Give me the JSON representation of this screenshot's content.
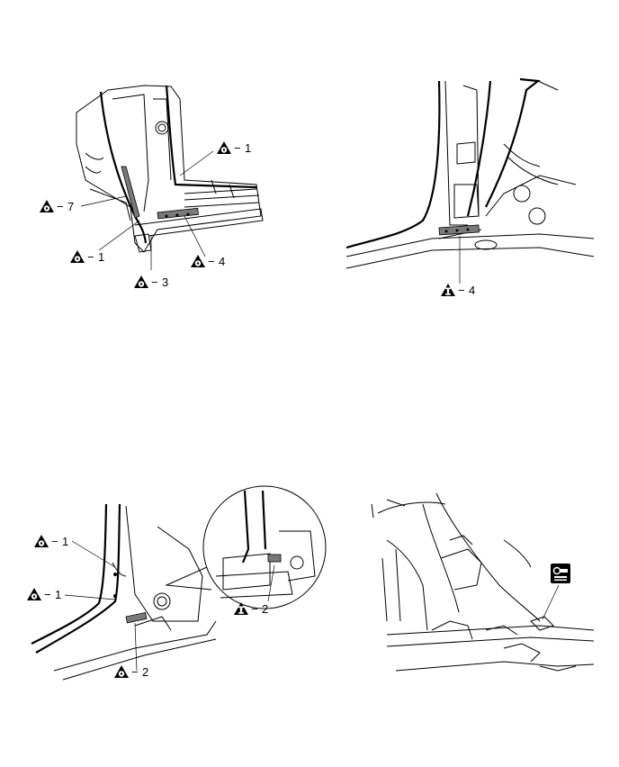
{
  "callouts": [
    {
      "id": "p1a",
      "symbol": "spot-weld",
      "text": "1"
    },
    {
      "id": "p1b",
      "symbol": "spot-weld",
      "text": "7"
    },
    {
      "id": "p1c",
      "symbol": "spot-weld",
      "text": "1"
    },
    {
      "id": "p1d",
      "symbol": "spot-weld",
      "text": "4"
    },
    {
      "id": "p1e",
      "symbol": "spot-weld",
      "text": "3"
    },
    {
      "id": "p2a",
      "symbol": "plug-weld",
      "text": "4"
    },
    {
      "id": "p3a",
      "symbol": "spot-weld",
      "text": "1"
    },
    {
      "id": "p3b",
      "symbol": "spot-weld",
      "text": "1"
    },
    {
      "id": "p3c",
      "symbol": "plug-weld",
      "text": "2"
    },
    {
      "id": "p3d",
      "symbol": "spot-weld",
      "text": "2"
    }
  ],
  "dash": "−",
  "icons": {
    "weld_symbol": "spot-weld-triangle-icon",
    "plug_symbol": "plug-weld-triangle-icon",
    "sealer_symbol": "sealer-box-icon"
  }
}
